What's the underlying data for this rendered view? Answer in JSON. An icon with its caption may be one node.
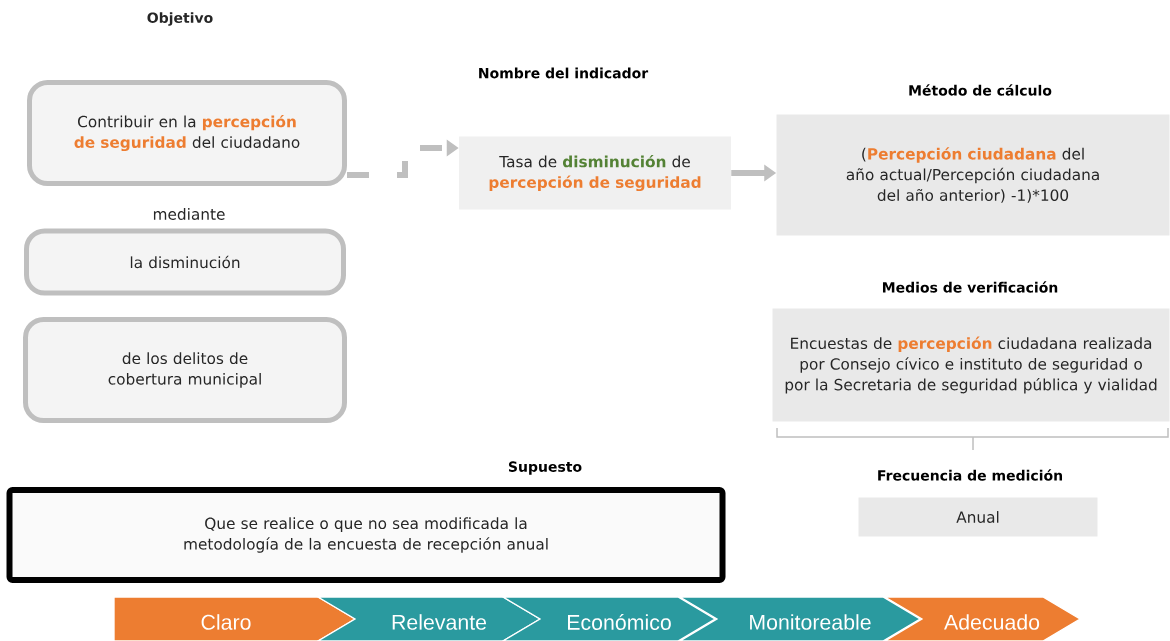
{
  "diagram": {
    "nodes": [
      {
        "text": [
          "Contribuir en la **percepción de seguridad** del ciudadano"
        ]
      },
      {
        "text": [
          "la disminución"
        ]
      },
      {
        "text": [
          "de los delitos de cobertura municipal"
        ]
      },
      {
        "text": [
          "Nombre del indicador",
          "Tasa de **disminución** de **percepción de seguridad**"
        ]
      },
      {
        "text": [
          "Método de cálculo",
          "(**Percepción ciudadana** del año actual/Percepción ciudadana del año anterior) -1)*100"
        ]
      },
      {
        "text": [
          "Medios de verificación",
          "Encuestas de **percepción** ciudadana realizada por Consejo cívico e instituto de seguridad o por la Secretaria de seguridad pública y vialidad"
        ]
      },
      {
        "text": [
          "Frecuencia de medición",
          "Anual"
        ]
      },
      {
        "text": [
          "Supuesto",
          "Que se realice o que no sea modificada la metodología de la encuesta de recepción anual"
        ]
      },
      {
        "text": [
          "Claro"
        ]
      },
      {
        "text": [
          "Relevante"
        ]
      },
      {
        "text": [
          "Económico"
        ]
      },
      {
        "text": [
          "Monitoreable"
        ]
      },
      {
        "text": [
          "Adecuado"
        ]
      }
    ],
    "edges": [
      {
        "from": 0,
        "to": 3,
        "arrow": "to",
        "style": "dashed"
      },
      {
        "from": 3,
        "to": 4,
        "arrow": "to"
      }
    ],
    "labels": [
      "Objetivo",
      "mediante"
    ]
  }
}
